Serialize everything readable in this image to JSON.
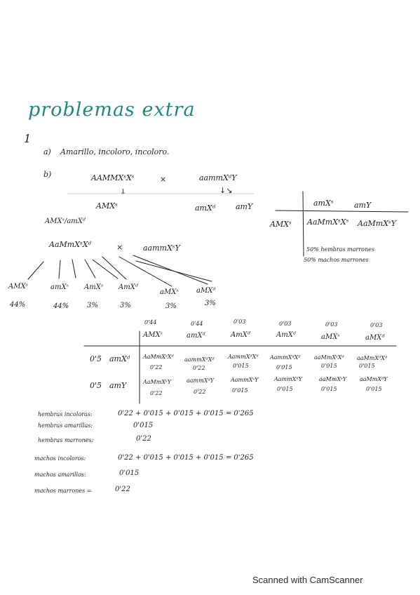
{
  "title": "problemas extra",
  "problem_number": "1",
  "part_a": {
    "label": "a)",
    "text": "Amarillo, incoloro, incoloro."
  },
  "part_b": {
    "label": "b)",
    "parent1": "AAMMXˢXˢ",
    "cross_symbol": "×",
    "parent2": "aammXᵈY",
    "arrow1": "↓",
    "arrow2": "↓↘",
    "gamete_parent1": "AMXˢ",
    "gamete_parent2a": "amXᵈ",
    "gamete_parent2b": "amY",
    "f1_female": "AMXˢ/amXᵈ",
    "f1_cross_left": "AaMmXˢXᵈ",
    "f1_cross_symbol": "×",
    "f1_cross_right": "aammXˢY"
  },
  "punnett_small": {
    "col_headers": [
      "amXˢ",
      "amY"
    ],
    "row_header": "AMXˢ",
    "cells": [
      "AaMmXˢXˢ",
      "AaMmXˢY"
    ],
    "note1": "50% hembras marrones",
    "note2": "50% machos marrones"
  },
  "gametes": [
    {
      "genotype": "AMXˢ",
      "pct": "44%"
    },
    {
      "genotype": "amXˢ",
      "pct": "44%"
    },
    {
      "genotype": "AmXˢ",
      "pct": "3%"
    },
    {
      "genotype": "AmXᵈ",
      "pct": "3%"
    },
    {
      "genotype": "aMXˢ",
      "pct": "3%"
    },
    {
      "genotype": "aMXᵈ",
      "pct": "3%"
    }
  ],
  "big_table": {
    "col_freqs": [
      "0'44",
      "0'44",
      "0'03",
      "0'03",
      "0'03",
      "0'03"
    ],
    "col_headers": [
      "AMXˢ",
      "amXᵈ",
      "AmXᵈ",
      "AmXᵈ",
      "aMXˢ",
      "aMXᵈ"
    ],
    "rows": [
      {
        "freq": "0'5",
        "header": "amXᵈ",
        "cells": [
          "AaMmXˢXᵈ",
          "aammXᵈXᵈ",
          "AammXᵈXᵈ",
          "AammXᵈXᵈ",
          "aaMmXˢXᵈ",
          "aaMmXᵈXᵈ"
        ],
        "values": [
          "0'22",
          "0'22",
          "0'015",
          "0'015",
          "0'015",
          "0'015"
        ]
      },
      {
        "freq": "0'5",
        "header": "amY",
        "cells": [
          "AaMmXˢY",
          "aammXᵈY",
          "AammXˢY",
          "AammXᵈY",
          "aaMmXˢY",
          "aaMmXᵈY"
        ],
        "values": [
          "0'22",
          "0'22",
          "0'015",
          "0'015",
          "0'015",
          "0'015"
        ]
      }
    ]
  },
  "results": [
    {
      "label": "hembras incoloras:",
      "value": "0'22 + 0'015 + 0'015 + 0'015 = 0'265"
    },
    {
      "label": "hembras amarillas:",
      "value": "0'015"
    },
    {
      "label": "hembras marrones:",
      "value": "0'22"
    },
    {
      "label": "machos incoloros:",
      "value": "0'22 + 0'015 + 0'015 + 0'015 = 0'265"
    },
    {
      "label": "machos amarillos:",
      "value": "0'015"
    },
    {
      "label": "machos marrones =",
      "value": "0'22"
    }
  ],
  "footer": "Scanned with CamScanner",
  "colors": {
    "ink": "#1e1e2a",
    "title_green": "#1f8a78",
    "paper": "#ffffff"
  }
}
